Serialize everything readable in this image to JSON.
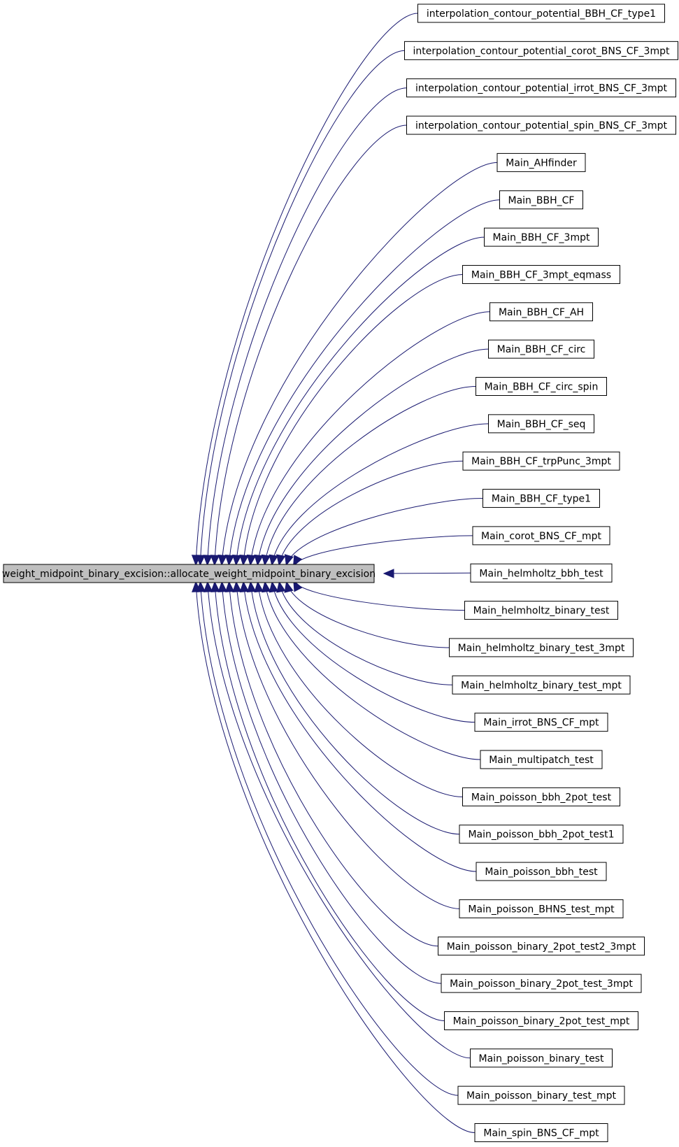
{
  "root": {
    "label": "weight_midpoint_binary_excision::allocate_weight_midpoint_binary_excision"
  },
  "callers": [
    "interpolation_contour_potential_BBH_CF_type1",
    "interpolation_contour_potential_corot_BNS_CF_3mpt",
    "interpolation_contour_potential_irrot_BNS_CF_3mpt",
    "interpolation_contour_potential_spin_BNS_CF_3mpt",
    "Main_AHfinder",
    "Main_BBH_CF",
    "Main_BBH_CF_3mpt",
    "Main_BBH_CF_3mpt_eqmass",
    "Main_BBH_CF_AH",
    "Main_BBH_CF_circ",
    "Main_BBH_CF_circ_spin",
    "Main_BBH_CF_seq",
    "Main_BBH_CF_trpPunc_3mpt",
    "Main_BBH_CF_type1",
    "Main_corot_BNS_CF_mpt",
    "Main_helmholtz_bbh_test",
    "Main_helmholtz_binary_test",
    "Main_helmholtz_binary_test_3mpt",
    "Main_helmholtz_binary_test_mpt",
    "Main_irrot_BNS_CF_mpt",
    "Main_multipatch_test",
    "Main_poisson_bbh_2pot_test",
    "Main_poisson_bbh_2pot_test1",
    "Main_poisson_bbh_test",
    "Main_poisson_BHNS_test_mpt",
    "Main_poisson_binary_2pot_test2_3mpt",
    "Main_poisson_binary_2pot_test_3mpt",
    "Main_poisson_binary_2pot_test_mpt",
    "Main_poisson_binary_test",
    "Main_poisson_binary_test_mpt",
    "Main_spin_BNS_CF_mpt"
  ],
  "colors": {
    "edge": "#191970",
    "root_fill": "#bfbfbf",
    "node_fill": "#ffffff",
    "node_border": "#000000"
  }
}
